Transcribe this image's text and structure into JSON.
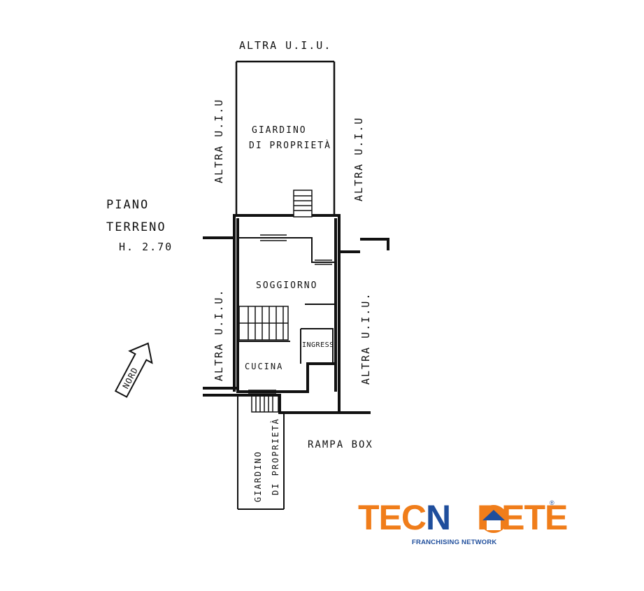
{
  "labels": {
    "top": "ALTRA U.I.U.",
    "left_top": "ALTRA U.I.U",
    "right_top": "ALTRA U.I.U",
    "left_bottom": "ALTRA U.I.U.",
    "right_bottom": "ALTRA U.I.U.",
    "garden_line1": "GIARDINO",
    "garden_line2": "DI PROPRIETÀ",
    "floor_line1": "PIANO",
    "floor_line2": "TERRENO",
    "floor_line3": "H. 2.70",
    "living": "SOGGIORNO",
    "entrance": "INGRESS",
    "kitchen": "CUCINA",
    "ramp": "RAMPA BOX",
    "garden2_line1": "GIARDINO",
    "garden2_line2": "DI PROPRIETÀ",
    "north": "NORD"
  },
  "logo": {
    "word_part1": "TEC",
    "word_part2": "N",
    "word_part3": "RETE",
    "registered": "®",
    "tagline": "FRANCHISING NETWORK",
    "brand_orange": "#f07d1a",
    "brand_blue": "#1f4e9c"
  }
}
